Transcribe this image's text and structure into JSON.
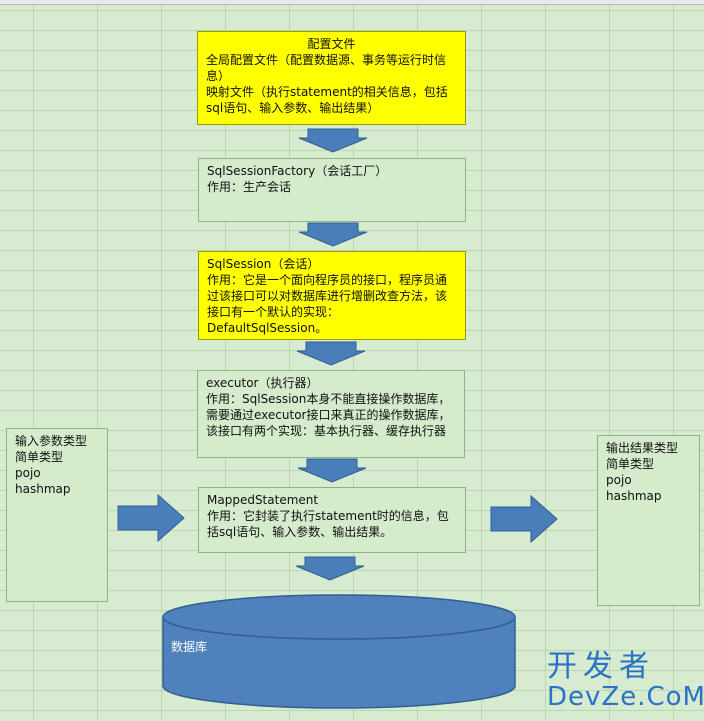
{
  "config": {
    "title": "配置文件",
    "line1": "全局配置文件（配置数据源、事务等运行时信息）",
    "line2": "映射文件（执行statement的相关信息，包括sql语句、输入参数、输出结果）"
  },
  "factory": {
    "title": "SqlSessionFactory（会话工厂）",
    "desc": "作用：生产会话"
  },
  "session": {
    "title": "SqlSession（会话）",
    "desc": "作用：它是一个面向程序员的接口，程序员通过该接口可以对数据库进行增删改查方法，该接口有一个默认的实现：DefaultSqlSession。"
  },
  "executor": {
    "title": "executor（执行器）",
    "desc": "作用：SqlSession本身不能直接操作数据库，需要通过executor接口来真正的操作数据库，该接口有两个实现：基本执行器、缓存执行器"
  },
  "mapped": {
    "title": "MappedStatement",
    "desc": "作用：它封装了执行statement时的信息，包括sql语句、输入参数、输出结果。"
  },
  "input": {
    "title": "输入参数类型",
    "items": [
      "简单类型",
      "pojo",
      "hashmap"
    ]
  },
  "output": {
    "title": "输出结果类型",
    "items": [
      "简单类型",
      "pojo",
      "hashmap"
    ]
  },
  "database": {
    "label": "数据库"
  },
  "watermark": {
    "line1": "开发者",
    "line2": "DevZe.CoM"
  },
  "colors": {
    "arrow": "#4a7ebb",
    "arrow_stroke": "#2f5f95",
    "box_yellow": "#ffff00",
    "box_green": "#d4ebcc",
    "cylinder": "#4f81bd",
    "watermark": "#2a72c8"
  }
}
